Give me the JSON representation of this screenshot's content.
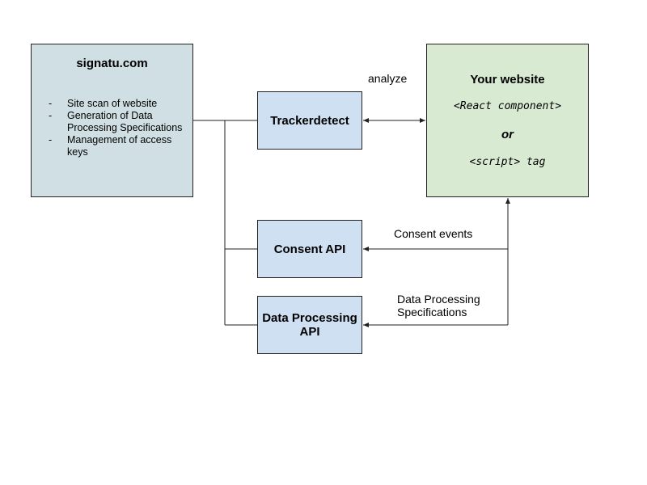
{
  "nodes": {
    "signatu": {
      "title": "signatu.com",
      "features": [
        "Site scan of website",
        "Generation of Data Processing Specifications",
        "Management of access keys"
      ]
    },
    "trackerdetect": {
      "label": "Trackerdetect"
    },
    "consent_api": {
      "label": "Consent API"
    },
    "data_processing_api": {
      "label": "Data Processing API"
    },
    "website": {
      "title": "Your website",
      "option_1": "<React component>",
      "separator": "or",
      "option_2": "<script> tag"
    }
  },
  "edges": {
    "analyze": "analyze",
    "consent_events": "Consent events",
    "data_processing_specifications": "Data Processing Specifications"
  },
  "colors": {
    "signatu_fill": "#d0dfe3",
    "api_fill": "#cfe0f3",
    "website_fill": "#d9ead3",
    "line": "#222222"
  }
}
